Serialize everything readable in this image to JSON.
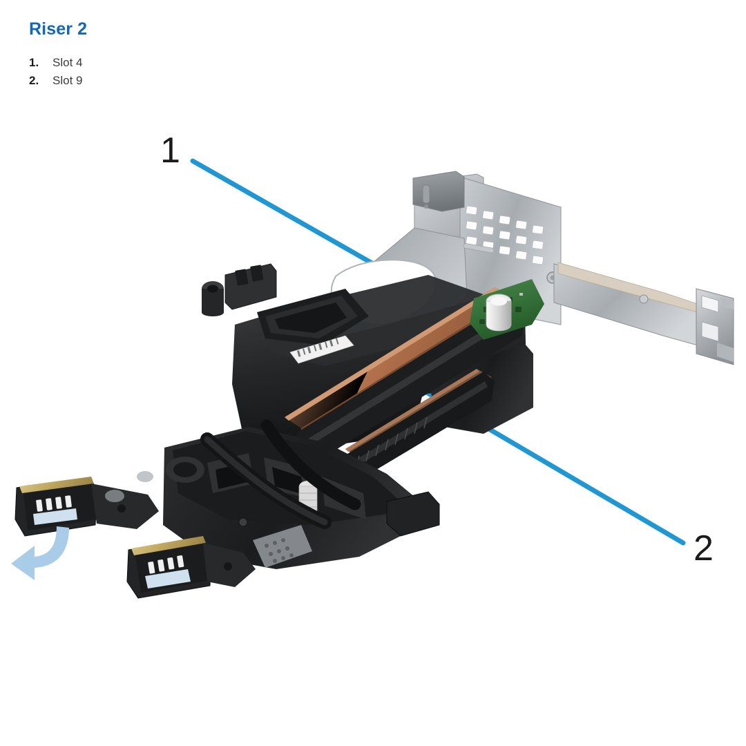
{
  "figure": {
    "heading": "Riser 2",
    "heading_color": "#1267b8",
    "background_color": "#ffffff",
    "leader_line_color": "#1f97d4",
    "callout_text_color": "#1b1b1b"
  },
  "legend": {
    "items": [
      {
        "number": "1.",
        "label": "Slot 4"
      },
      {
        "number": "2.",
        "label": "Slot 9"
      }
    ]
  },
  "callouts": [
    {
      "id": "callout-1",
      "number": "1",
      "points_to": "Slot 4"
    },
    {
      "id": "callout-2",
      "number": "2",
      "points_to": "Slot 9"
    }
  ],
  "illustration": {
    "subject": "Dell PowerEdge Riser 2 card assembly",
    "alt": "Riser 2 assembly shown at an angle with sheet-metal bracket, green riser PCB, two PCIe card slots, black cable-routing frame and two edge connectors with blue pull tabs",
    "components": [
      {
        "name": "metal-riser-bracket",
        "color": "#b9bdc1"
      },
      {
        "name": "vent-slot-grid",
        "color": "#fdfdfd"
      },
      {
        "name": "riser-pcb",
        "color": "#2f6b33"
      },
      {
        "name": "pcie-slot-upper",
        "color": "#b5724a"
      },
      {
        "name": "pcie-slot-lower",
        "color": "#8c5a3c"
      },
      {
        "name": "electrolytic-capacitor",
        "color": "#d9d9d9"
      },
      {
        "name": "black-plastic-frame",
        "color": "#232323"
      },
      {
        "name": "filler-bracket-right",
        "color": "#aeb3b7"
      },
      {
        "name": "edge-connector-upper",
        "gold": "#c8b06a"
      },
      {
        "name": "edge-connector-lower",
        "gold": "#c8b06a"
      },
      {
        "name": "pull-tab-arrow",
        "color": "#a9cde9"
      },
      {
        "name": "white-barcode-label",
        "color": "#f2f2f2"
      }
    ]
  }
}
